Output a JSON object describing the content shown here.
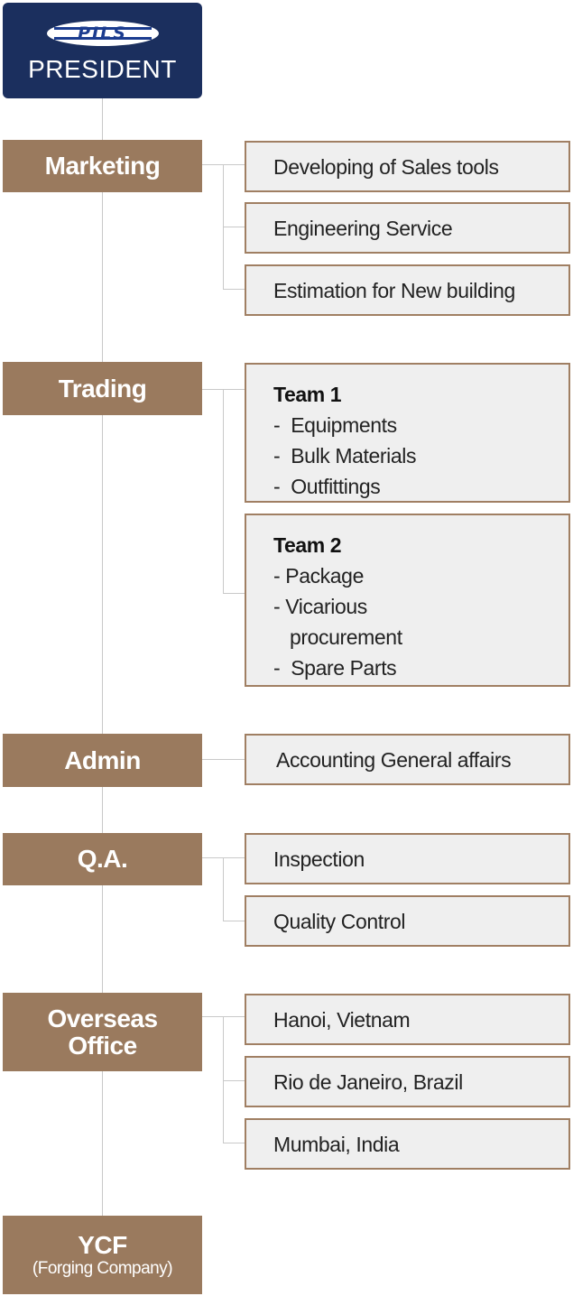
{
  "president": {
    "logo": "PILS",
    "title": "PRESIDENT"
  },
  "departments": [
    {
      "name": "Marketing",
      "functions": [
        "Developing of  Sales tools",
        "Engineering Service",
        "Estimation for New building"
      ]
    },
    {
      "name": "Trading",
      "team1": {
        "title": "Team 1",
        "items": [
          "-  Equipments",
          "-  Bulk Materials",
          "-  Outfittings"
        ]
      },
      "team2": {
        "title": "Team 2",
        "items": [
          "- Package",
          "- Vicarious",
          "   procurement",
          "-  Spare Parts"
        ]
      }
    },
    {
      "name": "Admin",
      "functions": [
        "Accounting General affairs"
      ]
    },
    {
      "name": "Q.A.",
      "functions": [
        "Inspection",
        "Quality Control"
      ]
    },
    {
      "name_line1": "Overseas",
      "name_line2": "Office",
      "functions": [
        "Hanoi, Vietnam",
        "Rio de Janeiro, Brazil",
        "Mumbai, India"
      ]
    },
    {
      "name": "YCF",
      "sub": "(Forging Company)"
    }
  ]
}
